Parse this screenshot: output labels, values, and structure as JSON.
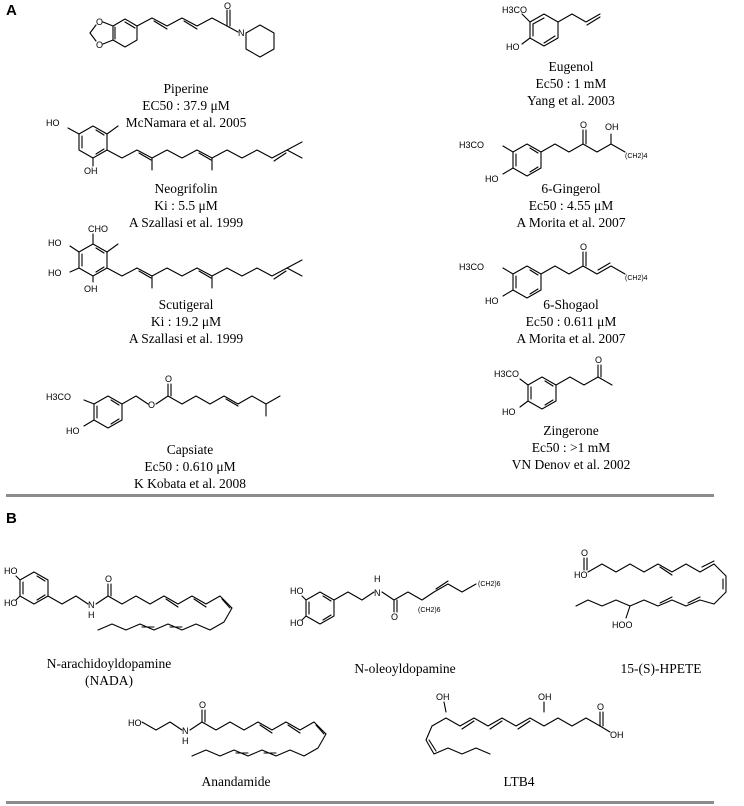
{
  "panels": {
    "a": "A",
    "b": "B"
  },
  "compounds": {
    "piperine": {
      "name": "Piperine",
      "value": "EC50 : 37.9 μM",
      "ref": "McNamara et al. 2005"
    },
    "eugenol": {
      "name": "Eugenol",
      "value": "Ec50 : 1 mM",
      "ref": "Yang et al. 2003"
    },
    "neogrifolin": {
      "name": "Neogrifolin",
      "value": "Ki : 5.5 μM",
      "ref": "A Szallasi et al. 1999"
    },
    "gingerol": {
      "name": "6-Gingerol",
      "value": "Ec50 : 4.55 μM",
      "ref": "A Morita et al. 2007"
    },
    "scutigeral": {
      "name": "Scutigeral",
      "value": "Ki : 19.2 μM",
      "ref": "A Szallasi et al. 1999"
    },
    "shogaol": {
      "name": "6-Shogaol",
      "value": "Ec50 : 0.611 μM",
      "ref": "A Morita et al. 2007"
    },
    "capsiate": {
      "name": "Capsiate",
      "value": "Ec50 : 0.610 μM",
      "ref": "K Kobata et al. 2008"
    },
    "zingerone": {
      "name": "Zingerone",
      "value": "Ec50 : >1 mM",
      "ref": "VN Denov et al. 2002"
    },
    "nada": {
      "name": "N-arachidoyldopamine",
      "abbr": "(NADA)"
    },
    "oleoyl": {
      "name": "N-oleoyldopamine"
    },
    "hpete": {
      "name": "15-(S)-HPETE"
    },
    "anandamide": {
      "name": "Anandamide"
    },
    "ltb4": {
      "name": "LTB4"
    }
  },
  "atoms": {
    "o": "O",
    "n": "N",
    "oh": "OH",
    "ho": "HO",
    "h3co": "H3CO",
    "cho": "CHO",
    "hoo": "HOO",
    "h": "H",
    "ch2_4": "(CH2)4",
    "ch2_6": "(CH2)6",
    "ch2_6b": "(CH2)6"
  }
}
